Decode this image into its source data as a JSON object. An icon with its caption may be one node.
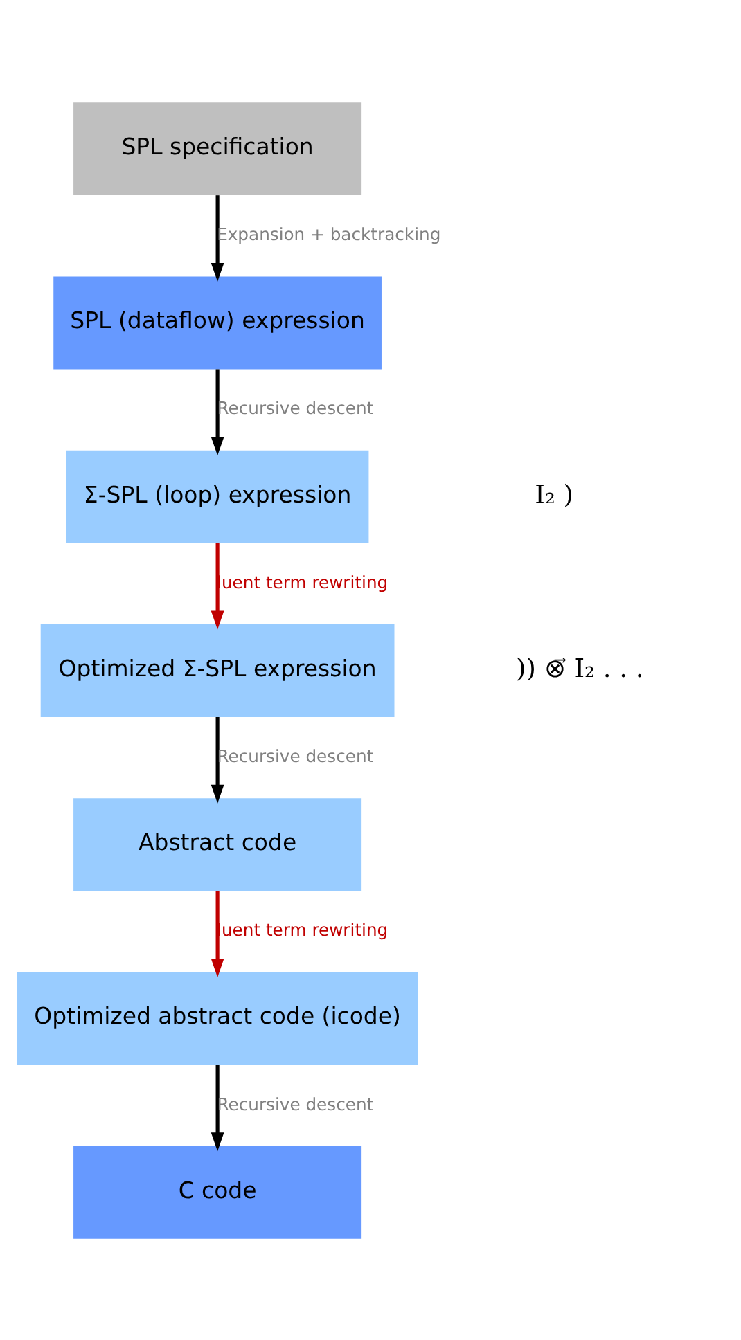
{
  "diagram": {
    "nodes": [
      {
        "text": [
          "SPL specification"
        ]
      },
      {
        "text": [
          "SPL (dataflow) expression"
        ]
      },
      {
        "text": [
          "Σ-SPL (loop) expression"
        ]
      },
      {
        "text": [
          "Optimized Σ-SPL expression"
        ]
      },
      {
        "text": [
          "Abstract code"
        ]
      },
      {
        "text": [
          "Optimized abstract code (icode)"
        ]
      },
      {
        "text": [
          "C code"
        ]
      }
    ],
    "edges": [
      {
        "from": 0,
        "to": 1,
        "arrow": "to",
        "label": "Expansion + backtracking"
      },
      {
        "from": 1,
        "to": 2,
        "arrow": "to",
        "label": "Recursive descent"
      },
      {
        "from": 2,
        "to": 3,
        "arrow": "to",
        "label": "luent term rewriting",
        "color": "#c00000"
      },
      {
        "from": 3,
        "to": 4,
        "arrow": "to",
        "label": "Recursive descent"
      },
      {
        "from": 4,
        "to": 5,
        "arrow": "to",
        "label": "luent term rewriting",
        "color": "#c00000"
      },
      {
        "from": 5,
        "to": 6,
        "arrow": "to",
        "label": "Recursive descent"
      }
    ],
    "labels": [
      "I₂ )",
      ")) ⊗⃗ I₂ . . ."
    ]
  }
}
